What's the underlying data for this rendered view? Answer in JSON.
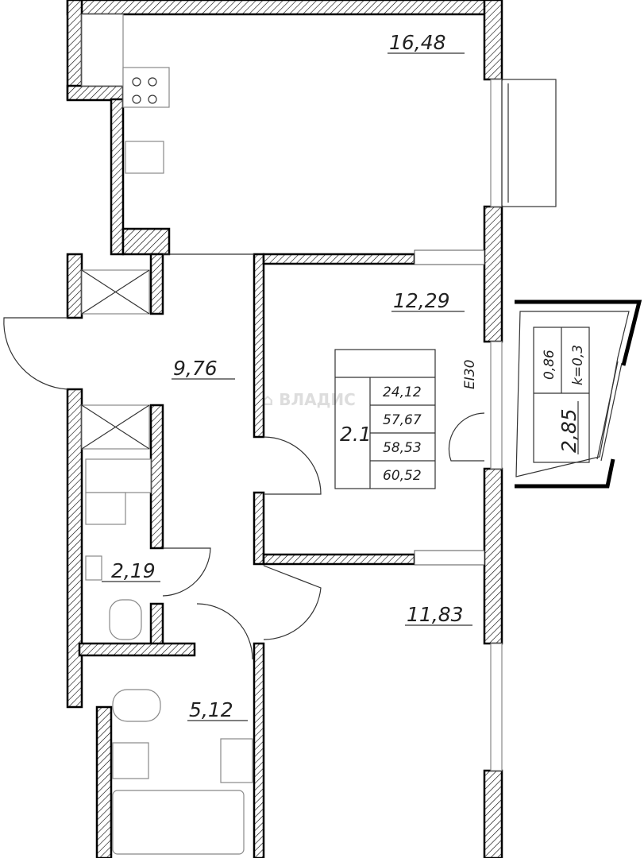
{
  "rooms": [
    {
      "id": "kitchen-living",
      "area": "16,48"
    },
    {
      "id": "bedroom-1",
      "area": "12,29"
    },
    {
      "id": "hallway",
      "area": "9,76"
    },
    {
      "id": "toilet",
      "area": "2,19"
    },
    {
      "id": "bathroom",
      "area": "5,12"
    },
    {
      "id": "bedroom-2",
      "area": "11,83"
    }
  ],
  "loggia": {
    "area": "2,85",
    "raw_area": "0,86",
    "coefficient": "k=0,3"
  },
  "door_mark": "EI30",
  "summary_table": {
    "apartment_type": "2.1",
    "living_area": "24,12",
    "total_area": "57,67",
    "total_area_with_loggia": "58,53",
    "gross_area": "60,52"
  },
  "watermark": "ВЛАДИС",
  "colors": {
    "wall": "#000000",
    "line": "#333333",
    "background": "#ffffff"
  }
}
